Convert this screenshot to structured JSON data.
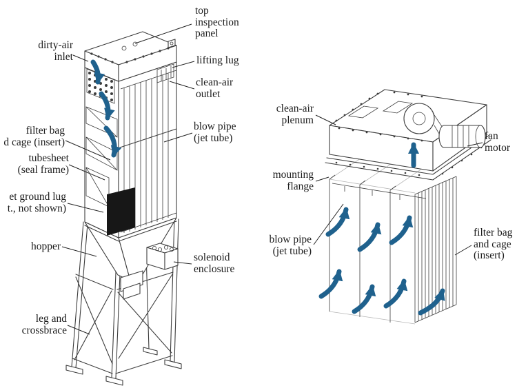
{
  "colors": {
    "background": "#ffffff",
    "line": "#3c3c3c",
    "text": "#1b1b1b",
    "arrow": "#1f618d"
  },
  "left_unit": {
    "labels": {
      "top_inspection_panel": [
        "top",
        "inspection",
        "panel"
      ],
      "dirty_air_inlet": [
        "dirty-air",
        "inlet"
      ],
      "lifting_lug": [
        "lifting lug"
      ],
      "clean_air_outlet": [
        "clean-air",
        "outlet"
      ],
      "blow_pipe": [
        "blow pipe",
        "(jet tube)"
      ],
      "filter_bag_and_cage": [
        "filter bag",
        "d cage (insert)"
      ],
      "tubesheet": [
        "tubesheet",
        "(seal frame)"
      ],
      "ground_lug": [
        "et ground lug",
        "t., not shown)"
      ],
      "hopper": [
        "hopper"
      ],
      "solenoid_enclosure": [
        "solenoid",
        "enclosure"
      ],
      "leg_and_crossbrace": [
        "leg and",
        "crossbrace"
      ]
    }
  },
  "right_unit": {
    "labels": {
      "clean_air_plenum": [
        "clean-air",
        "plenum"
      ],
      "fan_motor": [
        "fan",
        "motor"
      ],
      "mounting_flange": [
        "mounting",
        "flange"
      ],
      "blow_pipe": [
        "blow pipe",
        "(jet tube)"
      ],
      "filter_bag_and_cage": [
        "filter bag",
        "and cage",
        "(insert)"
      ]
    }
  }
}
